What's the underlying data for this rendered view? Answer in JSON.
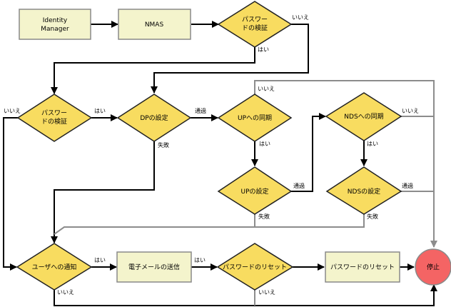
{
  "nodes": {
    "identity_manager": {
      "lines": [
        "Identity",
        "Manager"
      ]
    },
    "nmas": {
      "lines": [
        "NMAS"
      ]
    },
    "pw_verify_top": {
      "lines": [
        "パスワー",
        "ドの検証"
      ]
    },
    "pw_verify_left": {
      "lines": [
        "パスワー",
        "ドの検証"
      ]
    },
    "dp_setting": {
      "lines": [
        "DPの設定"
      ]
    },
    "up_sync": {
      "lines": [
        "UPへの同期"
      ]
    },
    "up_setting": {
      "lines": [
        "UPの設定"
      ]
    },
    "nds_sync": {
      "lines": [
        "NDSへの同期"
      ]
    },
    "nds_setting": {
      "lines": [
        "NDSの設定"
      ]
    },
    "notify_user": {
      "lines": [
        "ユーザへの通知"
      ]
    },
    "send_email": {
      "lines": [
        "電子メールの送信"
      ]
    },
    "pw_reset_decision": {
      "lines": [
        "パスワードのリセット"
      ]
    },
    "pw_reset_action": {
      "lines": [
        "パスワードのリセット"
      ]
    },
    "stop": {
      "lines": [
        "停止"
      ]
    }
  },
  "edge_labels": {
    "top_no": "いいえ",
    "top_yes": "はい",
    "left_no": "いいえ",
    "left_yes": "はい",
    "dp_pass": "通過",
    "dp_fail": "失敗",
    "up_sync_no": "いいえ",
    "up_sync_yes": "はい",
    "up_set_pass": "通過",
    "up_set_fail": "失敗",
    "nds_sync_no": "いいえ",
    "nds_sync_yes": "はい",
    "nds_set_pass": "通過",
    "nds_set_fail": "失敗",
    "notify_yes": "はい",
    "notify_no": "いいえ",
    "email_yes": "はい",
    "reset_no": "いいえ"
  },
  "colors": {
    "box_fill": "#f4f4cc",
    "box_stroke": "#8a8a8a",
    "diamond_fill": "#f8dc60",
    "diamond_stroke": "#222222",
    "stop_fill": "#f46464",
    "stop_stroke": "#8a8a8a",
    "line_dark": "#000000",
    "line_gray": "#8c8c8c"
  }
}
